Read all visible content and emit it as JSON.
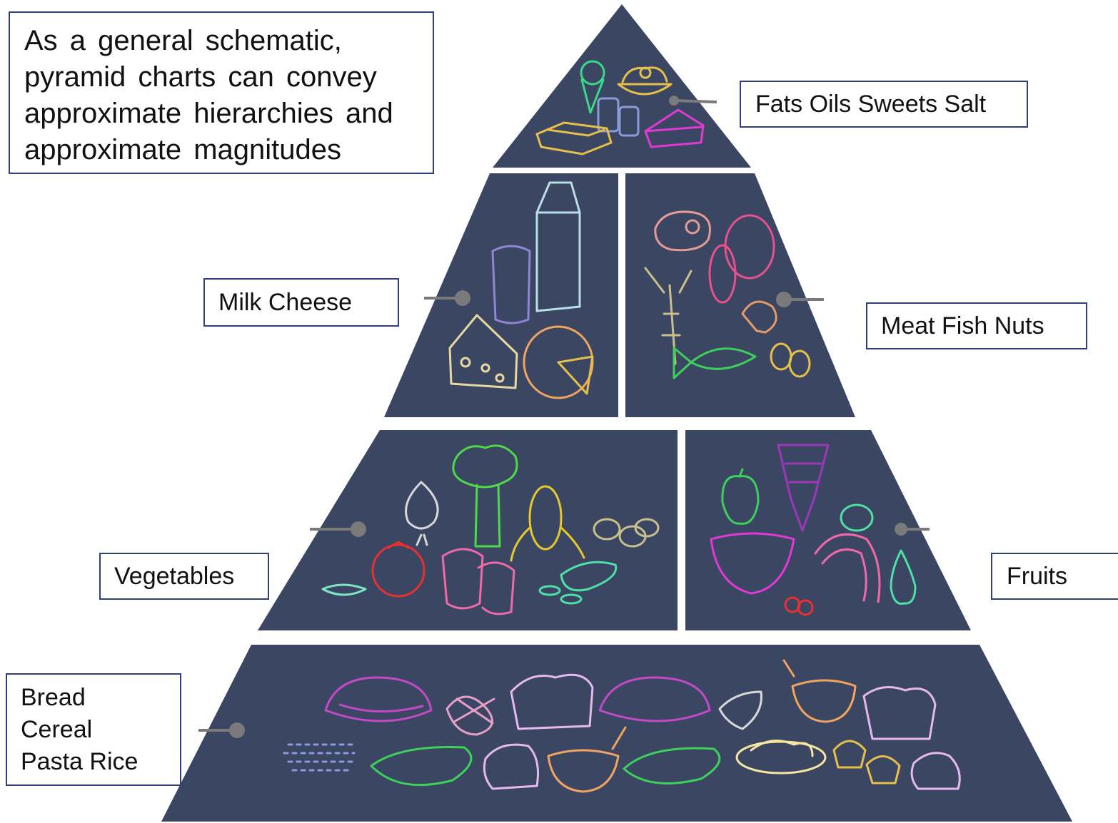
{
  "note": {
    "lines": [
      "As a general schematic,",
      "pyramid charts can convey",
      "approximate hierarchies and",
      "approximate magnitudes"
    ]
  },
  "levels": {
    "fats": "Fats Oils Sweets Salt",
    "milk": "Milk Cheese",
    "meat": "Meat Fish Nuts",
    "vegetables": "Vegetables",
    "fruits": "Fruits",
    "bread": [
      "Bread",
      "Cereal",
      "Pasta Rice"
    ]
  },
  "colors": {
    "pyramid_fill": "#3b4663",
    "separator": "#ffffff",
    "leader": "#7a7a7a",
    "label_border": "#2f3f7a"
  }
}
